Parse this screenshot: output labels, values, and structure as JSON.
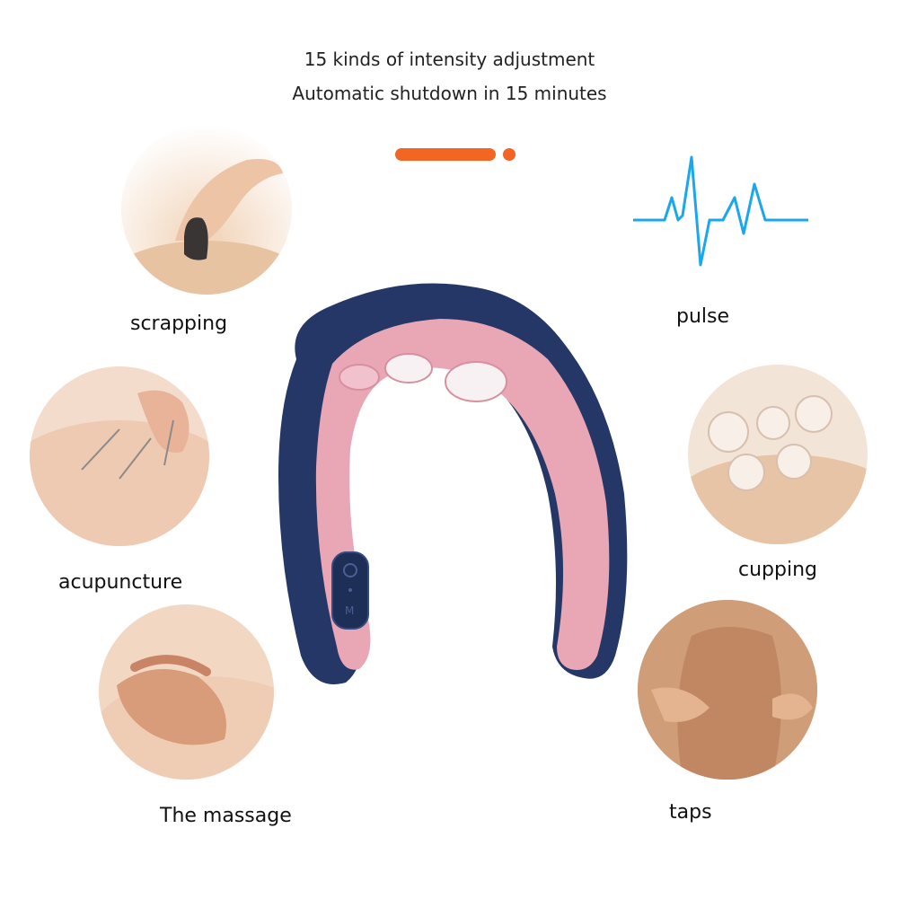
{
  "header": {
    "line1": "15 kinds of intensity adjustment",
    "line2": "Automatic shutdown in 15 minutes"
  },
  "colors": {
    "accent": "#f26522",
    "device_navy": "#243766",
    "device_pink": "#e9a7b6",
    "pulse_blue": "#1aa7ec"
  },
  "modes": [
    {
      "label": "scrapping",
      "icon": "stone-scraping-image"
    },
    {
      "label": "acupuncture",
      "icon": "acupuncture-needles-image"
    },
    {
      "label": "The massage",
      "icon": "hand-massage-image"
    },
    {
      "label": "pulse",
      "icon": "pulse-wave-icon"
    },
    {
      "label": "cupping",
      "icon": "cupping-glass-image"
    },
    {
      "label": "taps",
      "icon": "back-taps-image"
    }
  ]
}
